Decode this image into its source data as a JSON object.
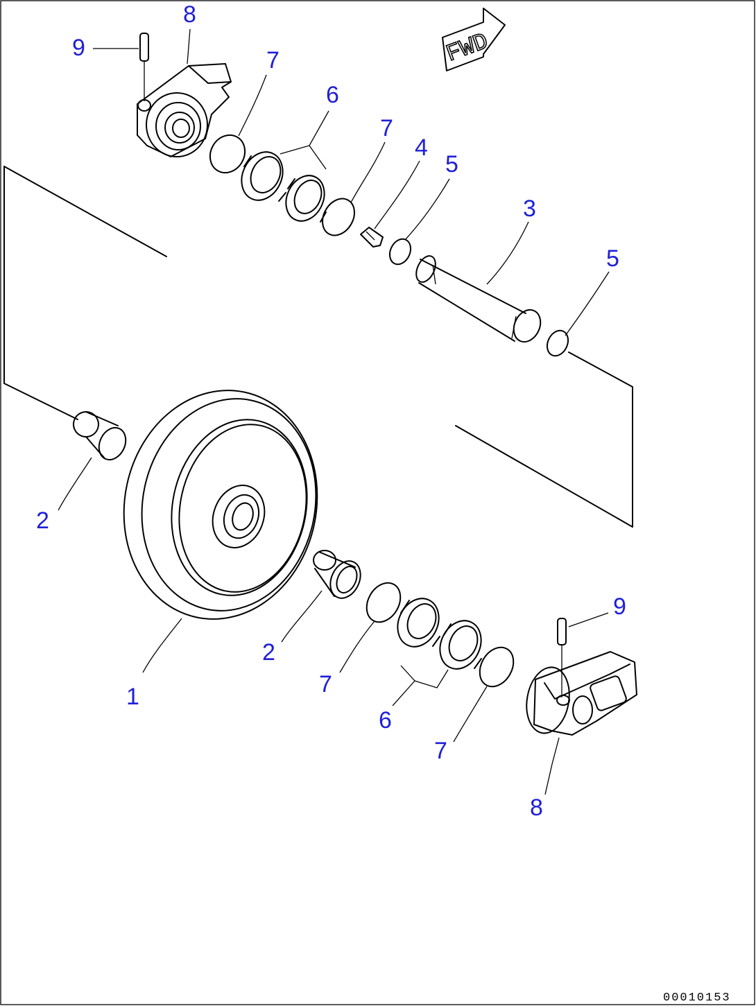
{
  "diagram": {
    "forward_label": "FWD",
    "drawing_number": "00010153",
    "callouts": [
      {
        "id": "c9-top",
        "label": "9"
      },
      {
        "id": "c8-top",
        "label": "8"
      },
      {
        "id": "c7-a",
        "label": "7"
      },
      {
        "id": "c6-top",
        "label": "6"
      },
      {
        "id": "c7-b",
        "label": "7"
      },
      {
        "id": "c4",
        "label": "4"
      },
      {
        "id": "c5-a",
        "label": "5"
      },
      {
        "id": "c3",
        "label": "3"
      },
      {
        "id": "c5-b",
        "label": "5"
      },
      {
        "id": "c2-left",
        "label": "2"
      },
      {
        "id": "c2-mid",
        "label": "2"
      },
      {
        "id": "c1",
        "label": "1"
      },
      {
        "id": "c9-bottom",
        "label": "9"
      },
      {
        "id": "c7-c",
        "label": "7"
      },
      {
        "id": "c6-bottom",
        "label": "6"
      },
      {
        "id": "c7-d",
        "label": "7"
      },
      {
        "id": "c8-bottom",
        "label": "8"
      }
    ]
  }
}
